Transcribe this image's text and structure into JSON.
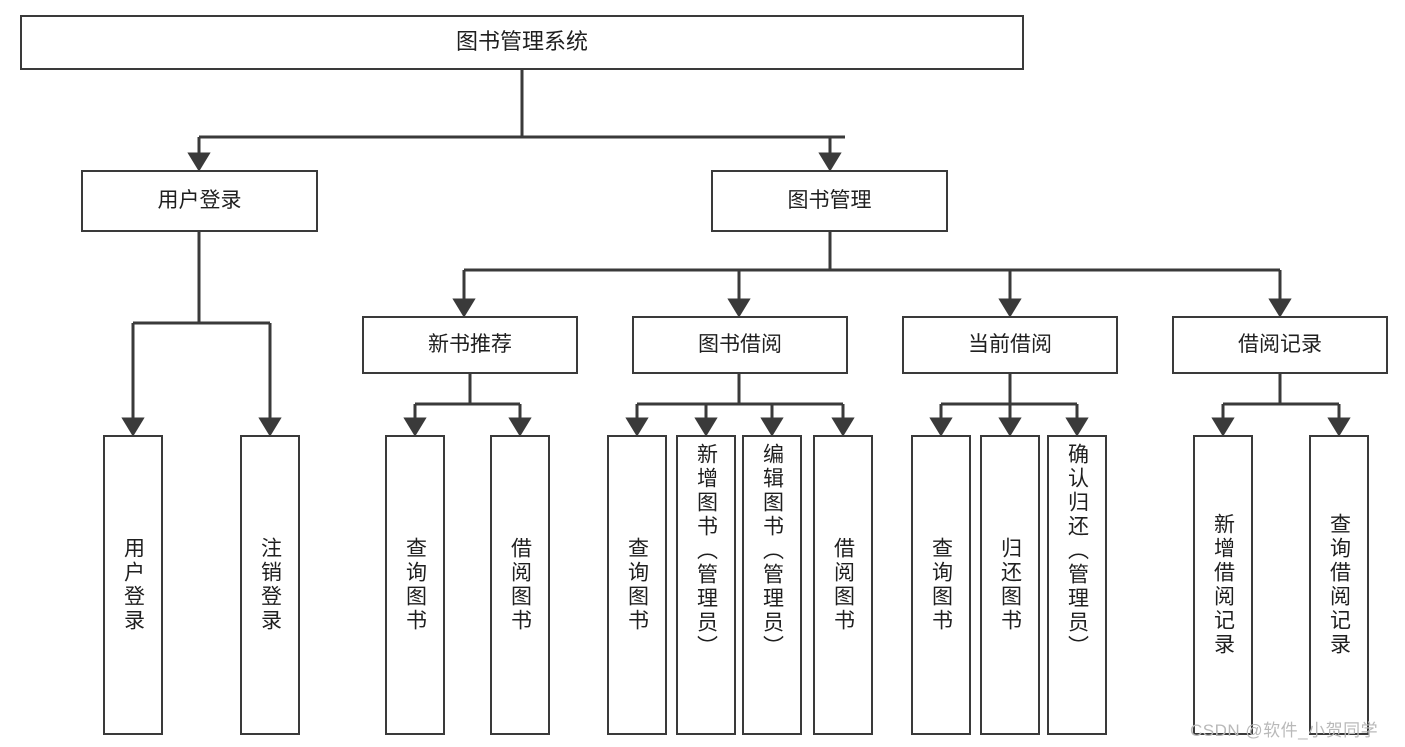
{
  "diagram": {
    "type": "hierarchy-tree",
    "title": "图书管理系统",
    "root": {
      "id": "root",
      "label": "图书管理系统"
    },
    "level2": [
      {
        "id": "user-login",
        "label": "用户登录"
      },
      {
        "id": "book-manage",
        "label": "图书管理"
      }
    ],
    "level3": [
      {
        "id": "new-book-recommend",
        "label": "新书推荐",
        "parent": "book-manage"
      },
      {
        "id": "book-borrow",
        "label": "图书借阅",
        "parent": "book-manage"
      },
      {
        "id": "current-borrow",
        "label": "当前借阅",
        "parent": "book-manage"
      },
      {
        "id": "borrow-record",
        "label": "借阅记录",
        "parent": "book-manage"
      }
    ],
    "leaves": [
      {
        "id": "leaf-user-login",
        "label": "用户登录",
        "parent": "user-login"
      },
      {
        "id": "leaf-logout-login",
        "label": "注销登录",
        "parent": "user-login"
      },
      {
        "id": "leaf-query-book-1",
        "label": "查询图书",
        "parent": "new-book-recommend"
      },
      {
        "id": "leaf-borrow-book-1",
        "label": "借阅图书",
        "parent": "new-book-recommend"
      },
      {
        "id": "leaf-query-book-2",
        "label": "查询图书",
        "parent": "book-borrow"
      },
      {
        "id": "leaf-add-book",
        "label": "新增图书（管理员）",
        "parent": "book-borrow"
      },
      {
        "id": "leaf-edit-book",
        "label": "编辑图书（管理员）",
        "parent": "book-borrow"
      },
      {
        "id": "leaf-borrow-book-2",
        "label": "借阅图书",
        "parent": "book-borrow"
      },
      {
        "id": "leaf-query-book-3",
        "label": "查询图书",
        "parent": "current-borrow"
      },
      {
        "id": "leaf-return-book",
        "label": "归还图书",
        "parent": "current-borrow"
      },
      {
        "id": "leaf-confirm-return",
        "label": "确认归还（管理员）",
        "parent": "current-borrow"
      },
      {
        "id": "leaf-add-record",
        "label": "新增借阅记录",
        "parent": "borrow-record"
      },
      {
        "id": "leaf-query-record",
        "label": "查询借阅记录",
        "parent": "borrow-record"
      }
    ],
    "watermark": "CSDN @软件_小贺同学",
    "colors": {
      "box_border": "#3a3a3a",
      "box_fill": "#ffffff",
      "connector": "#3a3a3a",
      "text": "#1f1f1f",
      "watermark": "#b9b9b9",
      "background": "#ffffff"
    }
  }
}
